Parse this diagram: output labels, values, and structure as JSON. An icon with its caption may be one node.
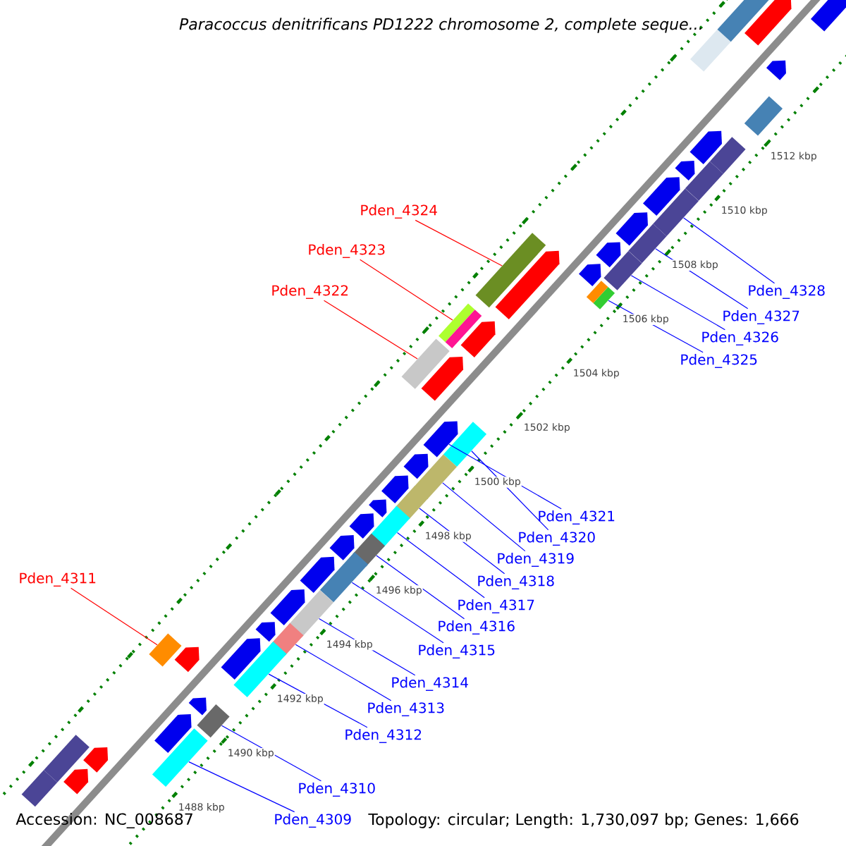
{
  "diagram": {
    "title": "Paracoccus denitrificans PD1222 chromosome 2, complete seque...",
    "nodes": [
      {
        "text": [
          "Pden_4324"
        ]
      },
      {
        "text": [],
        "shape": "box"
      },
      {
        "text": [
          "Pden_4323"
        ]
      },
      {
        "text": [],
        "shape": "box"
      },
      {
        "text": [
          "Pden_4322"
        ]
      },
      {
        "text": [],
        "shape": "box"
      },
      {
        "text": [
          "Pden_4328"
        ]
      },
      {
        "text": [],
        "shape": "box"
      },
      {
        "text": [
          "Pden_4327"
        ]
      },
      {
        "text": [],
        "shape": "box"
      },
      {
        "text": [
          "Pden_4326"
        ]
      },
      {
        "text": [],
        "shape": "box"
      },
      {
        "text": [
          "Pden_4325"
        ]
      },
      {
        "text": [],
        "shape": "box"
      },
      {
        "text": [
          "Pden_4321"
        ]
      },
      {
        "text": [],
        "shape": "arrow"
      },
      {
        "text": [
          "Pden_4320"
        ]
      },
      {
        "text": [],
        "shape": "box"
      },
      {
        "text": [
          "Pden_4319"
        ]
      },
      {
        "text": [],
        "shape": "box"
      },
      {
        "text": [
          "Pden_4318"
        ]
      },
      {
        "text": [],
        "shape": "box"
      },
      {
        "text": [
          "Pden_4317"
        ]
      },
      {
        "text": [],
        "shape": "box"
      },
      {
        "text": [
          "Pden_4316"
        ]
      },
      {
        "text": [],
        "shape": "box"
      },
      {
        "text": [
          "Pden_4315"
        ]
      },
      {
        "text": [],
        "shape": "box"
      },
      {
        "text": [
          "Pden_4311"
        ]
      },
      {
        "text": [],
        "shape": "box"
      },
      {
        "text": [
          "Pden_4314"
        ]
      },
      {
        "text": [],
        "shape": "box"
      },
      {
        "text": [
          "Pden_4313"
        ]
      },
      {
        "text": [],
        "shape": "box"
      },
      {
        "text": [
          "Pden_4312"
        ]
      },
      {
        "text": [],
        "shape": "box"
      },
      {
        "text": [
          "Pden_4310"
        ]
      },
      {
        "text": [],
        "shape": "box"
      },
      {
        "text": [
          "Pden_4309"
        ]
      },
      {
        "text": [],
        "shape": "box"
      },
      {
        "text": [],
        "shape": "arrow"
      },
      {
        "text": [],
        "shape": "arrow"
      },
      {
        "text": [],
        "shape": "arrow"
      },
      {
        "text": [],
        "shape": "arrow"
      },
      {
        "text": [],
        "shape": "arrow"
      },
      {
        "text": [],
        "shape": "arrow"
      },
      {
        "text": [],
        "shape": "arrow"
      },
      {
        "text": [],
        "shape": "arrow"
      },
      {
        "text": [],
        "shape": "arrow"
      },
      {
        "text": [],
        "shape": "arrow"
      },
      {
        "text": [],
        "shape": "arrow"
      },
      {
        "text": [],
        "shape": "arrow"
      },
      {
        "text": [],
        "shape": "arrow"
      },
      {
        "text": [],
        "shape": "arrow"
      },
      {
        "text": [],
        "shape": "arrow"
      },
      {
        "text": [],
        "shape": "arrow"
      },
      {
        "text": [],
        "shape": "arrow"
      },
      {
        "text": [],
        "shape": "arrow"
      },
      {
        "text": [],
        "shape": "arrow"
      },
      {
        "text": [],
        "shape": "arrow"
      },
      {
        "text": [],
        "shape": "arrow"
      },
      {
        "text": [],
        "shape": "arrow"
      },
      {
        "text": [],
        "shape": "arrow"
      },
      {
        "text": [],
        "shape": "arrow"
      },
      {
        "text": [],
        "shape": "arrow"
      },
      {
        "text": [],
        "shape": "arrow"
      },
      {
        "text": [],
        "shape": "box"
      },
      {
        "text": [],
        "shape": "box"
      },
      {
        "text": [],
        "shape": "box"
      },
      {
        "text": [],
        "shape": "box"
      },
      {
        "text": [],
        "shape": "box"
      },
      {
        "text": [],
        "shape": "box"
      },
      {
        "text": [],
        "shape": "box"
      },
      {
        "text": [],
        "shape": "box"
      },
      {
        "text": [],
        "shape": "box"
      }
    ],
    "edges": [
      {
        "from": 0,
        "to": 1,
        "arrow": "none",
        "color": "#ff0000"
      },
      {
        "from": 2,
        "to": 3,
        "arrow": "none",
        "color": "#ff0000"
      },
      {
        "from": 4,
        "to": 5,
        "arrow": "none",
        "color": "#ff0000"
      },
      {
        "from": 6,
        "to": 7,
        "arrow": "none"
      },
      {
        "from": 8,
        "to": 9,
        "arrow": "none"
      },
      {
        "from": 10,
        "to": 11,
        "arrow": "none"
      },
      {
        "from": 12,
        "to": 13,
        "arrow": "none"
      },
      {
        "from": 14,
        "to": 15,
        "arrow": "none"
      },
      {
        "from": 16,
        "to": 17,
        "arrow": "none"
      },
      {
        "from": 18,
        "to": 19,
        "arrow": "none"
      },
      {
        "from": 20,
        "to": 21,
        "arrow": "none"
      },
      {
        "from": 22,
        "to": 23,
        "arrow": "none"
      },
      {
        "from": 24,
        "to": 25,
        "arrow": "none"
      },
      {
        "from": 26,
        "to": 27,
        "arrow": "none"
      },
      {
        "from": 28,
        "to": 29,
        "arrow": "none",
        "color": "#ff0000"
      },
      {
        "from": 30,
        "to": 31,
        "arrow": "none"
      },
      {
        "from": 32,
        "to": 33,
        "arrow": "none"
      },
      {
        "from": 34,
        "to": 35,
        "arrow": "none"
      },
      {
        "from": 36,
        "to": 37,
        "arrow": "none"
      },
      {
        "from": 38,
        "to": 39,
        "arrow": "none"
      }
    ],
    "labels": [
      "1512 kbp",
      "1510 kbp",
      "1508 kbp",
      "1506 kbp",
      "1504 kbp",
      "1502 kbp",
      "1500 kbp",
      "1498 kbp",
      "1496 kbp",
      "1494 kbp",
      "1492 kbp",
      "1490 kbp",
      "1488 kbp",
      "Accession: NC_008687",
      "Topology: circular; Length: 1,730,097 bp; Genes: 1,666"
    ]
  }
}
